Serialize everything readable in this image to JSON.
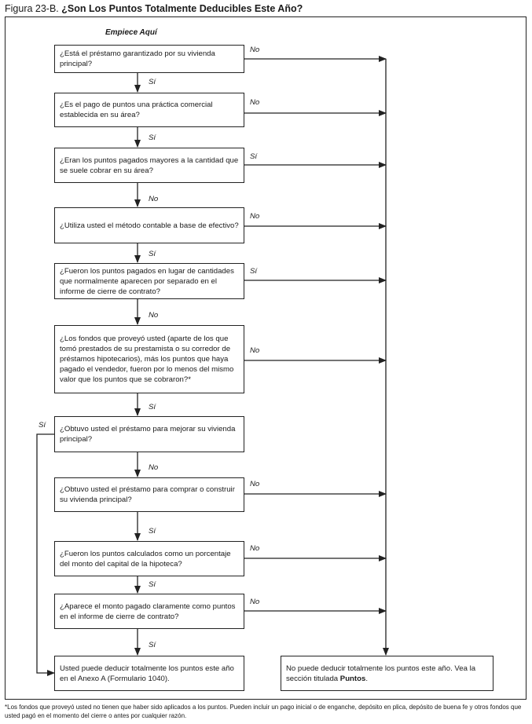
{
  "header": {
    "figure_label": "Figura 23-B.",
    "question": "¿Son Los Puntos Totalmente Deducibles Este Año?"
  },
  "flow": {
    "start_label": "Empiece Aquí",
    "questions": [
      {
        "text": "¿Está el préstamo garantizado por su vivienda principal?",
        "side": "No",
        "down": "Sí"
      },
      {
        "text": "¿Es el pago de puntos una práctica comercial establecida en su área?",
        "side": "No",
        "down": "Sí"
      },
      {
        "text": "¿Eran los puntos pagados mayores a la cantidad que se suele cobrar en su área?",
        "side": "Sí",
        "down": "No"
      },
      {
        "text": "¿Utiliza usted el método contable a base de efectivo?",
        "side": "No",
        "down": "Sí"
      },
      {
        "text": "¿Fueron los puntos pagados en lugar de cantidades que normalmente aparecen por separado en el informe de cierre de contrato?",
        "side": "Sí",
        "down": "No"
      },
      {
        "text": "¿Los fondos que proveyó usted (aparte de los que tomó prestados de su prestamista o su corredor de préstamos hipotecarios), más los puntos que haya pagado el vendedor, fueron por lo menos del mismo valor que los puntos que se cobraron?*",
        "side": "No",
        "down": "Sí"
      },
      {
        "text": "¿Obtuvo usted el préstamo para mejorar su vivienda principal?",
        "side": "Sí",
        "down": "No"
      },
      {
        "text": "¿Obtuvo usted el préstamo para comprar o construir su vivienda principal?",
        "side": "No",
        "down": "Sí"
      },
      {
        "text": "¿Fueron los puntos calculados como un porcentaje del monto del capital de la hipoteca?",
        "side": "No",
        "down": "Sí"
      },
      {
        "text": "¿Aparece el monto pagado claramente como puntos en el informe de cierre de contrato?",
        "side": "No",
        "down": "Sí"
      }
    ],
    "result_yes": "Usted puede deducir totalmente los puntos este año en el Anexo A (Formulario 1040).",
    "result_no_prefix": "No puede deducir totalmente los puntos este año. Vea la sección titulada ",
    "result_no_bold": "Puntos",
    "result_no_suffix": "."
  },
  "footnote": "*Los fondos que proveyó usted no tienen que haber sido aplicados a los puntos. Pueden incluir un pago inicial o de enganche, depósito en plica, depósito de buena fe y otros fondos que usted pagó en el momento del cierre o antes por cualquier razón."
}
